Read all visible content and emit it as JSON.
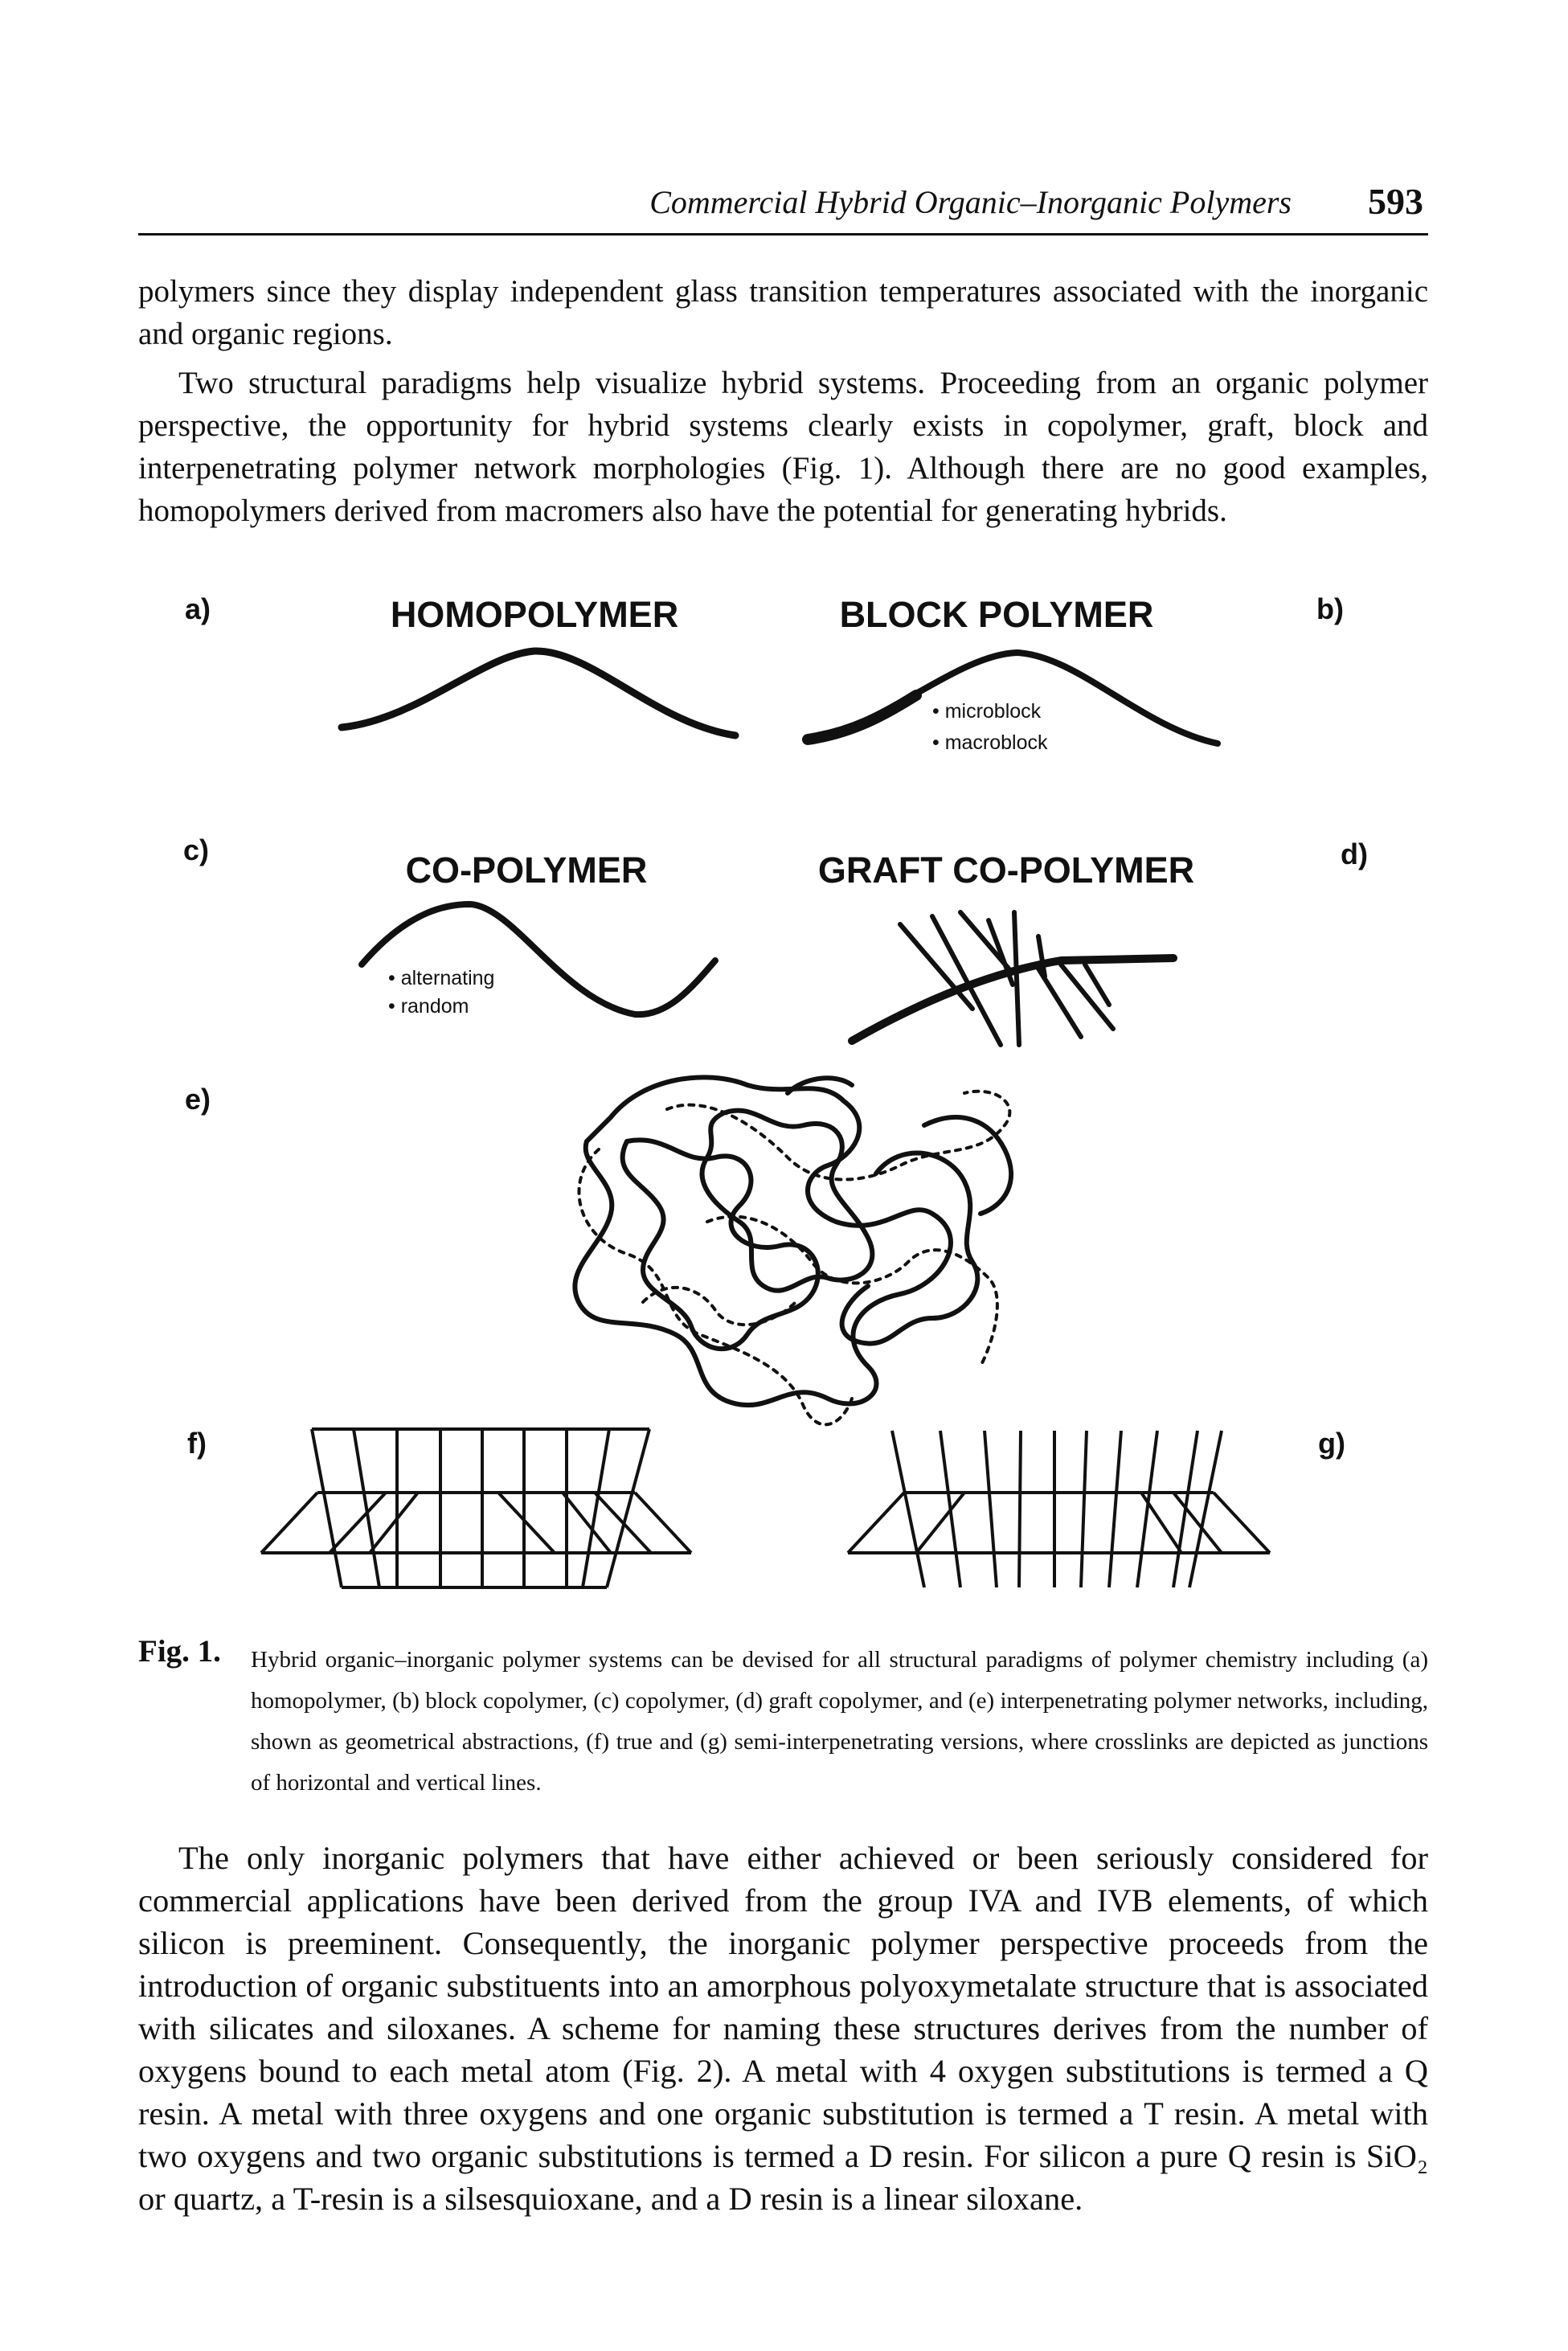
{
  "header": {
    "running_title": "Commercial Hybrid Organic–Inorganic Polymers",
    "page_number": "593"
  },
  "paragraphs": {
    "p1": "polymers since they display independent glass transition temperatures associated with the inorganic and organic regions.",
    "p2": "Two structural paradigms help visualize hybrid systems. Proceeding from an organic polymer perspective, the opportunity for hybrid systems clearly exists in copolymer, graft, block and interpenetrating polymer network morphologies (Fig. 1). Although there are no good examples, homopolymers derived from macromers also have the potential for generating hybrids.",
    "p3": "The only inorganic polymers that have either achieved or been seriously considered for commercial applications have been derived from the group IVA and IVB elements, of which silicon is preeminent. Consequently, the inorganic polymer perspective proceeds from the introduction of organic substituents into an amorphous polyoxymetalate structure that is associated with silicates and siloxanes. A scheme for naming these structures derives from the number of oxygens bound to each metal atom (Fig. 2). A metal with 4 oxygen substitutions is termed a Q resin. A metal with three oxygens and one organic substitution is termed a T resin. A metal with two oxygens and two organic substitutions is termed a D resin. For silicon a pure Q resin is SiO₂ or quartz, a T-resin is a silsesquioxane, and a D resin is a linear siloxane."
  },
  "figure": {
    "panels": {
      "a": {
        "letter": "a)",
        "title": "HOMOPOLYMER"
      },
      "b": {
        "letter": "b)",
        "title": "BLOCK POLYMER",
        "legend": [
          "• microblock",
          "• macroblock"
        ]
      },
      "c": {
        "letter": "c)",
        "title": "CO-POLYMER",
        "legend": [
          "• alternating",
          "• random"
        ]
      },
      "d": {
        "letter": "d)",
        "title": "GRAFT CO-POLYMER"
      },
      "e": {
        "letter": "e)"
      },
      "f": {
        "letter": "f)"
      },
      "g": {
        "letter": "g)"
      }
    },
    "caption_label": "Fig. 1.",
    "caption_text": "Hybrid organic–inorganic polymer systems can be devised for all structural paradigms of polymer chemistry including (a) homopolymer, (b) block copolymer, (c) copolymer, (d) graft copolymer, and (e) interpenetrating polymer networks, including, shown as geometrical abstractions, (f) true and (g) semi-interpenetrating versions, where crosslinks are depicted as junctions of horizontal and vertical lines."
  }
}
